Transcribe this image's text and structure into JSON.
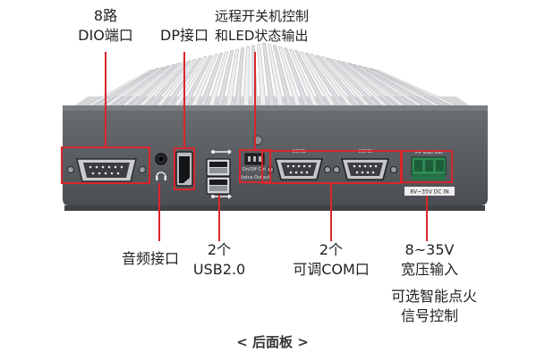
{
  "labels": {
    "dio_line1": "8路",
    "dio_line2": "DIO端口",
    "dp": "DP接口",
    "power_line1": "远程开关机控制",
    "power_line2": "和LED状态输出",
    "audio": "音频接口",
    "usb_line1": "2个",
    "usb_line2": "USB2.0",
    "com_line1": "2个",
    "com_line2": "可调COM口",
    "dcin_line1": "8~35V",
    "dcin_line2": "宽压输入",
    "ign_line1": "可选智能点火",
    "ign_line2": "信号控制"
  },
  "panel_text": {
    "com1": "COM1",
    "com2": "COM2",
    "onoff": "On/Off Ctrl",
    "status": "Status Output",
    "terminal": "V+ GND IGN",
    "dcin": "8V~35V DC IN"
  },
  "caption": "< 后面板 >",
  "colors": {
    "highlight": "#d9262b",
    "chassis": "#5a5d62",
    "fins": "#e4e5e7"
  }
}
